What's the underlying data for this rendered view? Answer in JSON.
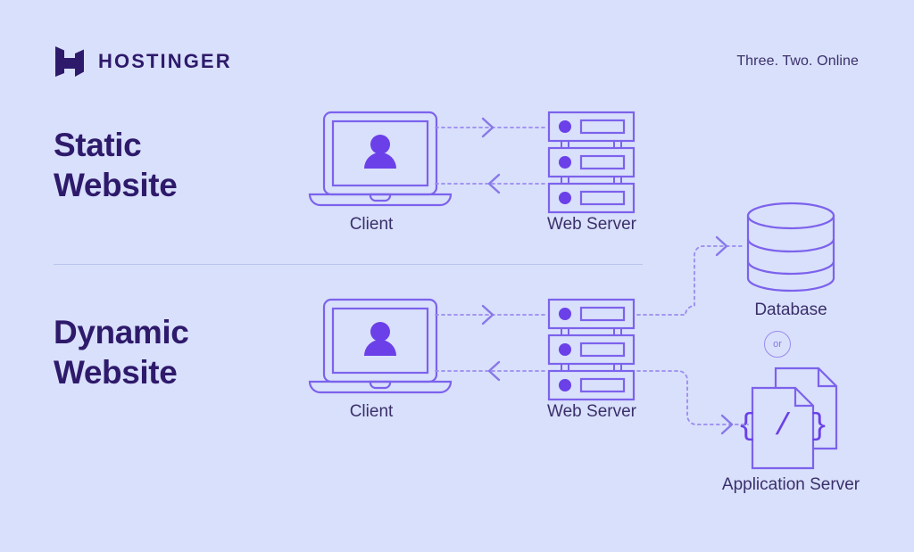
{
  "brand": {
    "name": "HOSTINGER",
    "logo_icon": "hostinger-h-logo",
    "tagline": "Three. Two. Online"
  },
  "colors": {
    "background": "#d9e0fb",
    "heading": "#2e1a6b",
    "stroke": "#7c62ec",
    "glyph_fill": "#6b40e8",
    "label": "#3a2f6b",
    "divider": "#b9c4ee",
    "dotted": "#9a8bef"
  },
  "sections": [
    {
      "id": "static",
      "title": "Static\nWebsite",
      "title_line1": "Static",
      "title_line2": "Website",
      "nodes": [
        {
          "id": "client",
          "label": "Client",
          "icon": "laptop-user-icon"
        },
        {
          "id": "web-server",
          "label": "Web Server",
          "icon": "server-stack-icon"
        }
      ],
      "flows": [
        {
          "from": "client",
          "to": "web-server",
          "direction": "right",
          "style": "dotted"
        },
        {
          "from": "web-server",
          "to": "client",
          "direction": "left",
          "style": "dotted"
        }
      ]
    },
    {
      "id": "dynamic",
      "title": "Dynamic\nWebsite",
      "title_line1": "Dynamic",
      "title_line2": "Website",
      "nodes": [
        {
          "id": "client",
          "label": "Client",
          "icon": "laptop-user-icon"
        },
        {
          "id": "web-server",
          "label": "Web Server",
          "icon": "server-stack-icon"
        },
        {
          "id": "database",
          "label": "Database",
          "icon": "database-cylinder-icon"
        },
        {
          "id": "application-server",
          "label": "Application Server",
          "icon": "code-documents-icon"
        }
      ],
      "connector_badge": "or",
      "flows": [
        {
          "from": "client",
          "to": "web-server",
          "direction": "right",
          "style": "dotted"
        },
        {
          "from": "web-server",
          "to": "client",
          "direction": "left",
          "style": "dotted"
        },
        {
          "from": "web-server",
          "to": "database",
          "direction": "right",
          "style": "dotted-elbow"
        },
        {
          "from": "web-server",
          "to": "application-server",
          "direction": "right",
          "style": "dotted-elbow"
        }
      ]
    }
  ],
  "code_glyph": "{ / }"
}
